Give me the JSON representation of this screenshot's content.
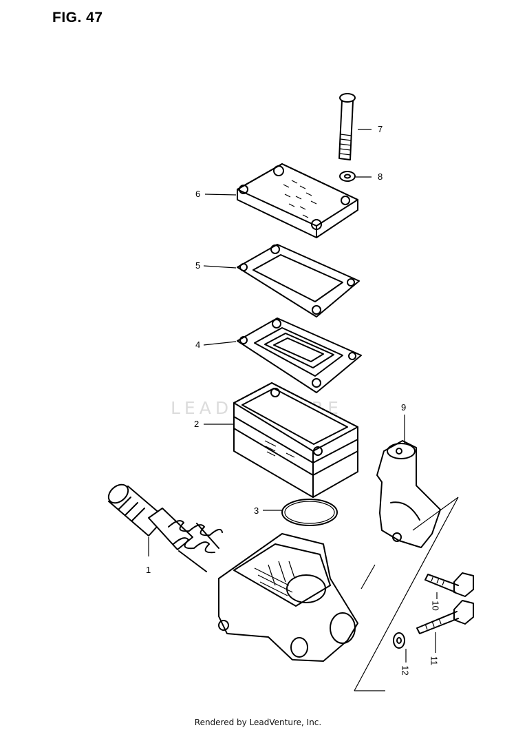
{
  "figure": {
    "title": "FIG. 47"
  },
  "watermark": "LEADVENTURE",
  "footer": "Rendered by LeadVenture, Inc.",
  "callouts": [
    {
      "id": "1",
      "label": "1"
    },
    {
      "id": "2",
      "label": "2"
    },
    {
      "id": "3",
      "label": "3"
    },
    {
      "id": "4",
      "label": "4"
    },
    {
      "id": "5",
      "label": "5"
    },
    {
      "id": "6",
      "label": "6"
    },
    {
      "id": "7",
      "label": "7"
    },
    {
      "id": "8",
      "label": "8"
    },
    {
      "id": "9",
      "label": "9"
    },
    {
      "id": "10",
      "label": "10"
    },
    {
      "id": "11",
      "label": "11"
    },
    {
      "id": "12",
      "label": "12"
    }
  ]
}
